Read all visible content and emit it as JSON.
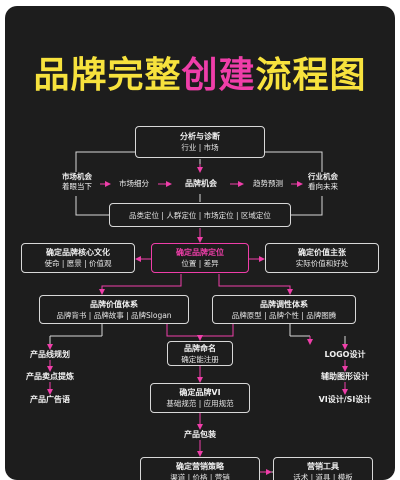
{
  "title": {
    "part1": "品牌完整",
    "part2": "创建",
    "part3": "流程图"
  },
  "colors": {
    "background": "#1d1d1d",
    "accent_yellow": "#f7e23d",
    "accent_pink": "#ef3ea9",
    "line": "#d8d8d8"
  },
  "nodes": {
    "analysis": {
      "title": "分析与诊断",
      "sub": "行业 | 市场"
    },
    "market_opp": {
      "title": "市场机会",
      "sub": "着眼当下"
    },
    "market_seg": {
      "label": "市场细分"
    },
    "brand_opp": {
      "label": "品牌机会"
    },
    "trend": {
      "label": "趋势预测"
    },
    "industry_opp": {
      "title": "行业机会",
      "sub": "看向未来"
    },
    "positions": {
      "label": "品类定位 | 人群定位 | 市场定位 | 区域定位"
    },
    "core_culture": {
      "title": "确定品牌核心文化",
      "sub": "使命 | 愿景 | 价值观"
    },
    "brand_position": {
      "title": "确定品牌定位",
      "sub": "位置 | 差异"
    },
    "value_prop": {
      "title": "确定价值主张",
      "sub": "实际价值和好处"
    },
    "value_system": {
      "title": "品牌价值体系",
      "sub": "品牌背书 | 品牌故事 | 品牌Slogan"
    },
    "tone_system": {
      "title": "品牌调性体系",
      "sub": "品牌原型 | 品牌个性 | 品牌图腾"
    },
    "naming": {
      "title": "品牌命名",
      "sub": "确定能注册"
    },
    "product_line": {
      "label": "产品线规划"
    },
    "selling_points": {
      "label": "产品卖点提炼"
    },
    "ad_slogan": {
      "label": "产品广告语"
    },
    "logo": {
      "label": "LOGO设计"
    },
    "aux_graphics": {
      "label": "辅助图形设计"
    },
    "vi_si": {
      "label": "VI设计/SI设计"
    },
    "brand_vi": {
      "title": "确定品牌VI",
      "sub": "基础规范 | 应用规范"
    },
    "packaging": {
      "label": "产品包装"
    },
    "marketing": {
      "title": "确定营销策略",
      "sub": "渠道 | 价格 | 营销"
    },
    "tools": {
      "title": "营销工具",
      "sub": "话术 | 道具 | 模板"
    }
  }
}
